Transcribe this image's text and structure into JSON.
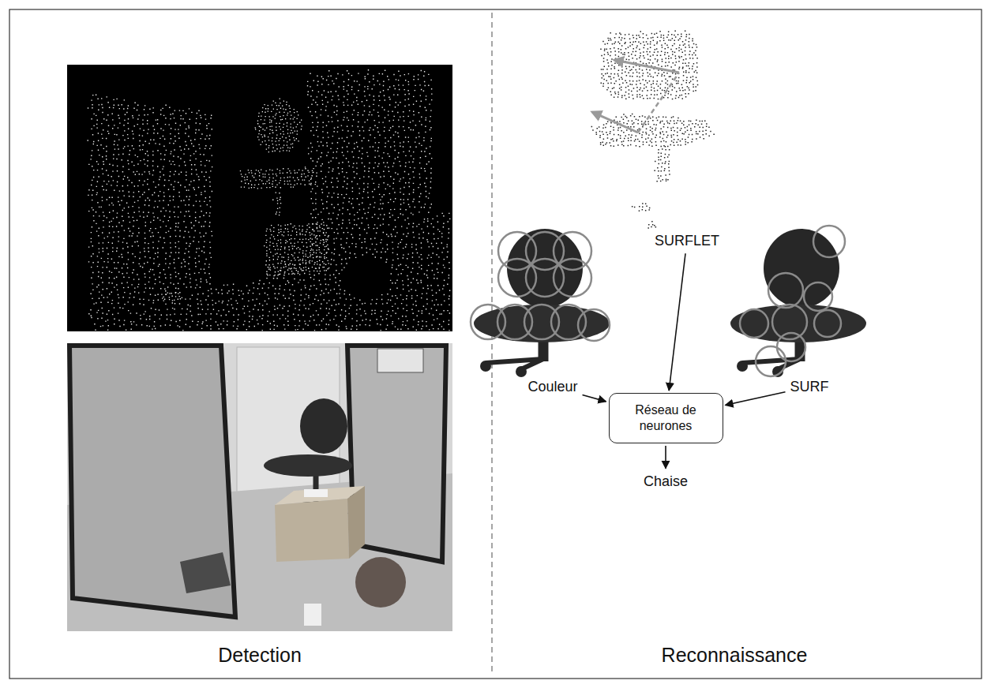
{
  "diagram": {
    "nodes": [
      {
        "text": [
          "SURFLET"
        ]
      },
      {
        "text": [
          "Couleur"
        ]
      },
      {
        "text": [
          "SURF"
        ]
      },
      {
        "text": [
          "Réseau de neurones"
        ]
      },
      {
        "text": [
          "Chaise"
        ]
      }
    ],
    "edges": [
      {
        "from": 0,
        "to": 3,
        "arrow": "to"
      },
      {
        "from": 1,
        "to": 3,
        "arrow": "to"
      },
      {
        "from": 2,
        "to": 3,
        "arrow": "to"
      },
      {
        "from": 3,
        "to": 4,
        "arrow": "to"
      }
    ],
    "labels": [
      "Detection",
      "Reconnaissance"
    ]
  }
}
